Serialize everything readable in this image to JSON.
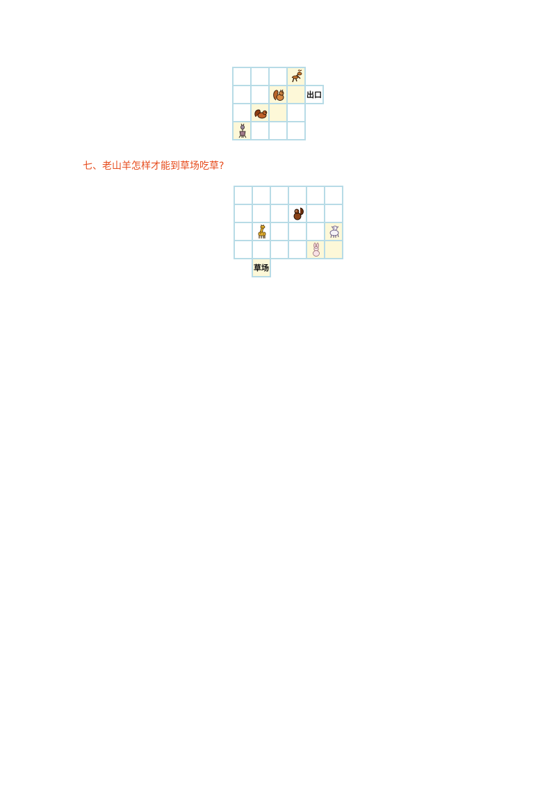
{
  "puzzle_top": {
    "exit_label": "出口",
    "icons": {
      "deer": "deer-icon",
      "squirrel_right": "squirrel-icon",
      "squirrel_left": "squirrel-icon",
      "goat": "goat-icon"
    }
  },
  "question_seven": {
    "text": "七、老山羊怎样才能到草场吃草?"
  },
  "puzzle_bottom": {
    "pasture_label": "草场",
    "icons": {
      "squirrel": "squirrel-icon",
      "giraffe": "giraffe-icon",
      "rabbit": "rabbit-icon",
      "sheep": "sheep-icon"
    }
  },
  "colors": {
    "question_text": "#e64b1c",
    "grid_line": "#b7dbe6",
    "highlight_cell": "#fdf8d8"
  }
}
